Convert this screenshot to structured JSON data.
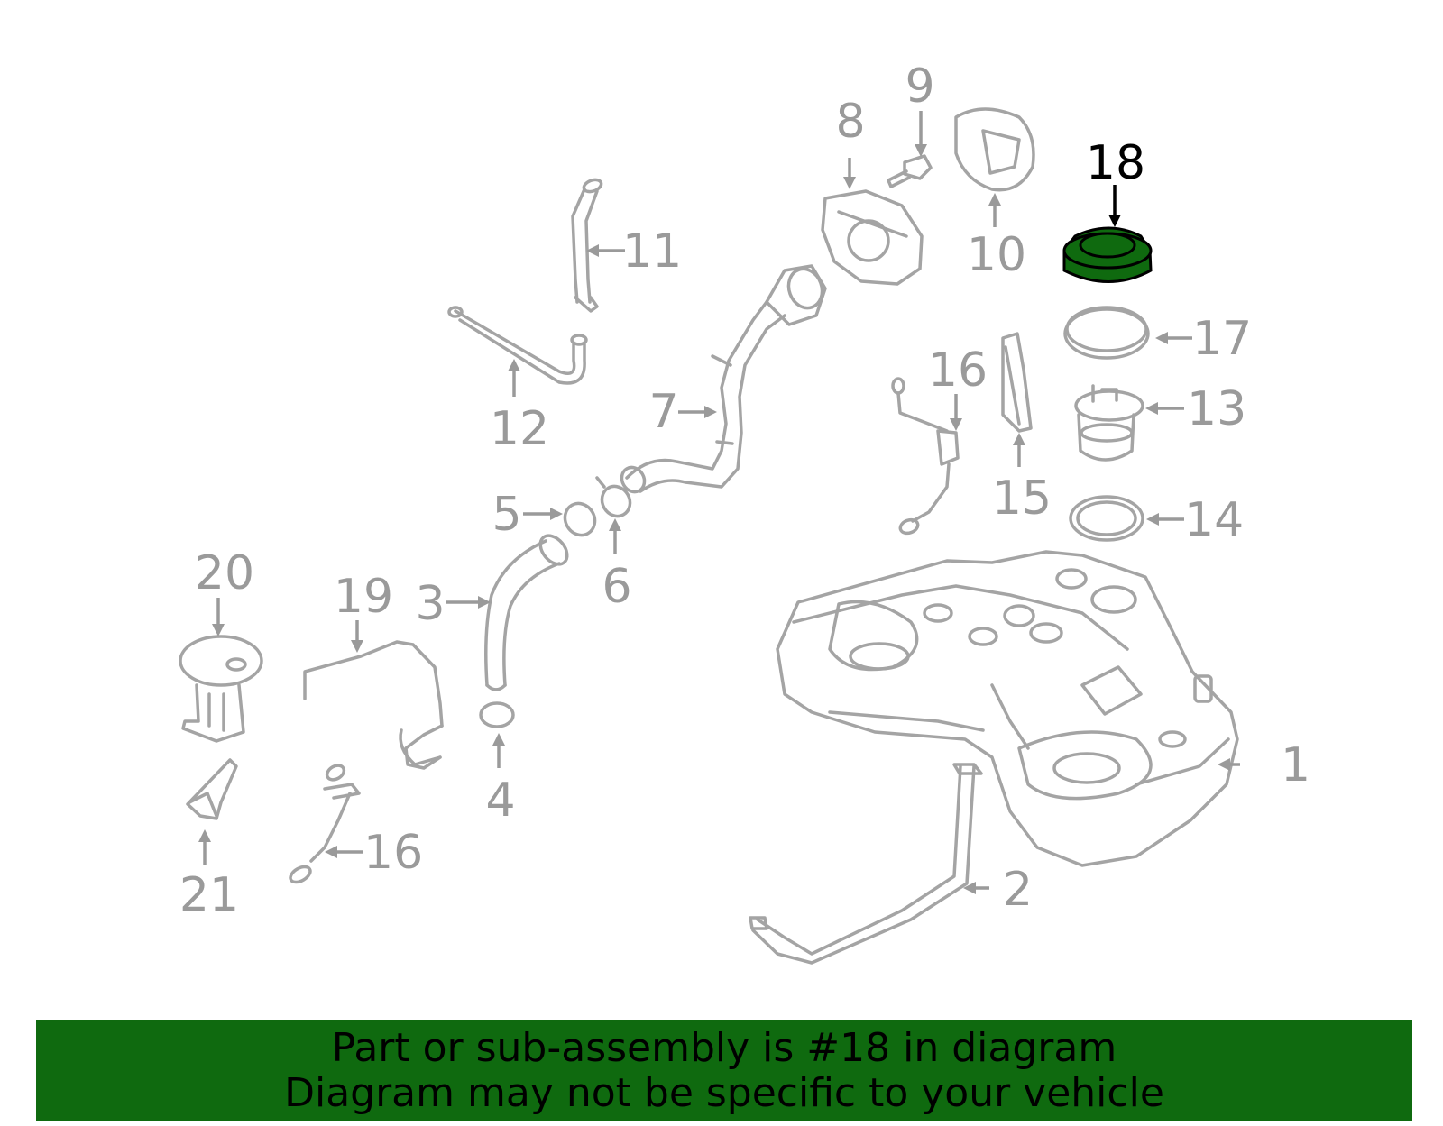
{
  "callouts": {
    "c1": "1",
    "c2": "2",
    "c3": "3",
    "c4": "4",
    "c5": "5",
    "c6": "6",
    "c7": "7",
    "c8": "8",
    "c9": "9",
    "c10": "10",
    "c11": "11",
    "c12": "12",
    "c13": "13",
    "c14": "14",
    "c15": "15",
    "c16a": "16",
    "c16b": "16",
    "c17": "17",
    "c18": "18",
    "c19": "19",
    "c20": "20",
    "c21": "21"
  },
  "highlighted_part": "18",
  "colors": {
    "highlight": "#0f6a0f",
    "part_stroke": "#a4a4a4",
    "banner": "#0f6a0f"
  },
  "banner": {
    "line1": "Part or sub-assembly is #18 in diagram",
    "line2": "Diagram may not be specific to your vehicle"
  }
}
